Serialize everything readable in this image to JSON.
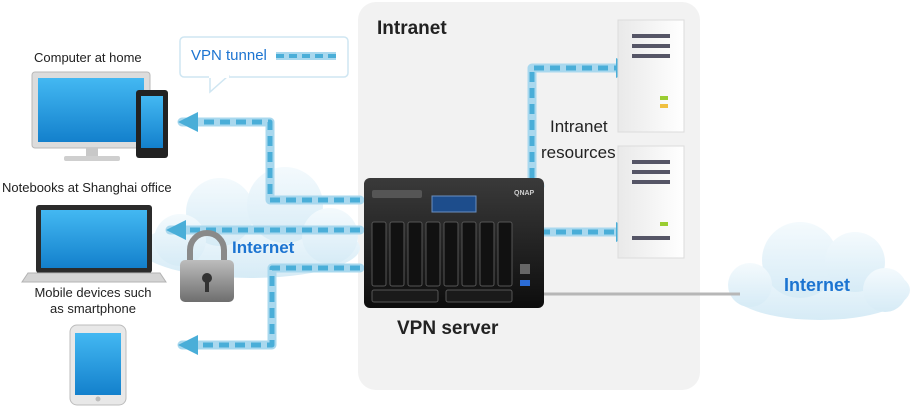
{
  "diagram": {
    "intranet_label": "Intranet",
    "vpn_tunnel_label": "VPN tunnel",
    "intranet_resources_line1": "Intranet",
    "intranet_resources_line2": "resources",
    "internet_left_label": "Internet",
    "internet_right_label": "Internet",
    "vpn_server_label": "VPN server",
    "computer_label": "Computer at home",
    "notebooks_label": "Notebooks at Shanghai office",
    "mobile_label_line1": "Mobile devices such",
    "mobile_label_line2": "as smartphone",
    "nas_brand": "QNAP",
    "colors": {
      "tunnel_light": "#a9d8ee",
      "tunnel_dash": "#4aaed8",
      "label_blue": "#1c74d1",
      "intranet_bg": "#f2f2f2",
      "cloud": "#e6f3fa"
    }
  }
}
